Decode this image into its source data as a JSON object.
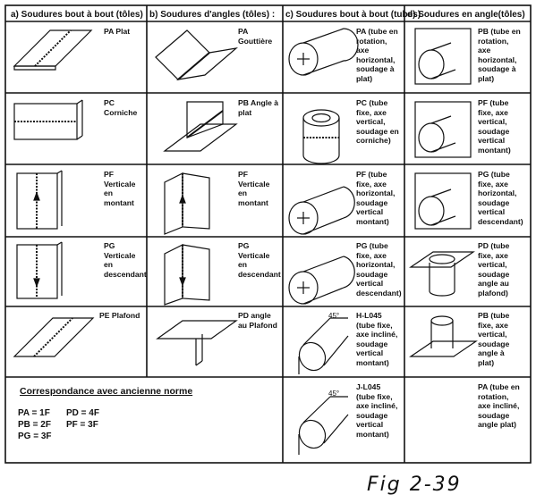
{
  "headers": {
    "a": "a) Soudures bout à bout (tôles)",
    "b": "b) Soudures d'angles (tôles) :",
    "c": "c) Soudures bout à bout (tubes)",
    "d": "d) Soudures en angle(tôles)"
  },
  "cells": {
    "a1": "PA Plat",
    "a2": "PC\nCorniche",
    "a3": "PF\nVerticale\nen\nmontant",
    "a4": "PG\nVerticale\nen\ndescendant",
    "a5": "PE Plafond",
    "b1": "PA\nGouttière",
    "b2": "PB Angle à\nplat",
    "b3": "PF\nVerticale\nen\nmontant",
    "b4": "PG\nVerticale\nen\ndescendant",
    "b5": "PD angle\nau Plafond",
    "c1": "PA (tube en\nrotation,\naxe\nhorizontal,\nsoudage à\nplat)",
    "c2": "PC (tube\nfixe, axe\nvertical,\nsoudage en\ncorniche)",
    "c3": "PF (tube\nfixe, axe\nhorizontal,\nsoudage\nvertical\nmontant)",
    "c4": "PG (tube\nfixe, axe\nhorizontal,\nsoudage\nvertical\ndescendant)",
    "c5": "H-L045\n(tube fixe,\naxe incliné,\nsoudage\nvertical\nmontant)",
    "c6": "J-L045\n(tube fixe,\naxe incliné,\nsoudage\nvertical\nmontant)",
    "d1": "PB (tube en\nrotation,\naxe\nhorizontal,\nsoudage à\nplat)",
    "d2": "PF (tube\nfixe, axe\nvertical,\nsoudage\nvertical\nmontant)",
    "d3": "PG (tube\nfixe, axe\nhorizontal,\nsoudage\nvertical\ndescendant)",
    "d4": "PD (tube\nfixe, axe\nvertical,\nsoudage\nangle au\nplafond)",
    "d5": "PB (tube\nfixe, axe\nvertical,\nsoudage\nangle à\nplat)",
    "d6": "PA (tube en\nrotation,\naxe incliné,\nsoudage\nangle plat)"
  },
  "angle_label": "45°",
  "correspondance": {
    "title": "Correspondance avec ancienne norme",
    "pa": "PA = 1F",
    "pd": "PD = 4F",
    "pb": "PB = 2F",
    "pf": "PF = 3F",
    "pg": "PG = 3F"
  },
  "figure_label": "Fig 2-39"
}
